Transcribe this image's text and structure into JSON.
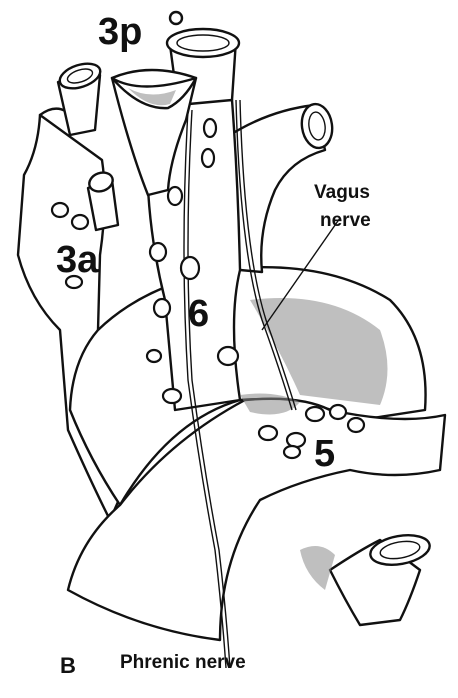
{
  "figure": {
    "panel_letter": "B",
    "labels": {
      "station_3p": "3p",
      "station_3a": "3a",
      "station_6": "6",
      "station_5": "5",
      "vagus_line1": "Vagus",
      "vagus_line2": "nerve",
      "phrenic": "Phrenic nerve"
    }
  }
}
